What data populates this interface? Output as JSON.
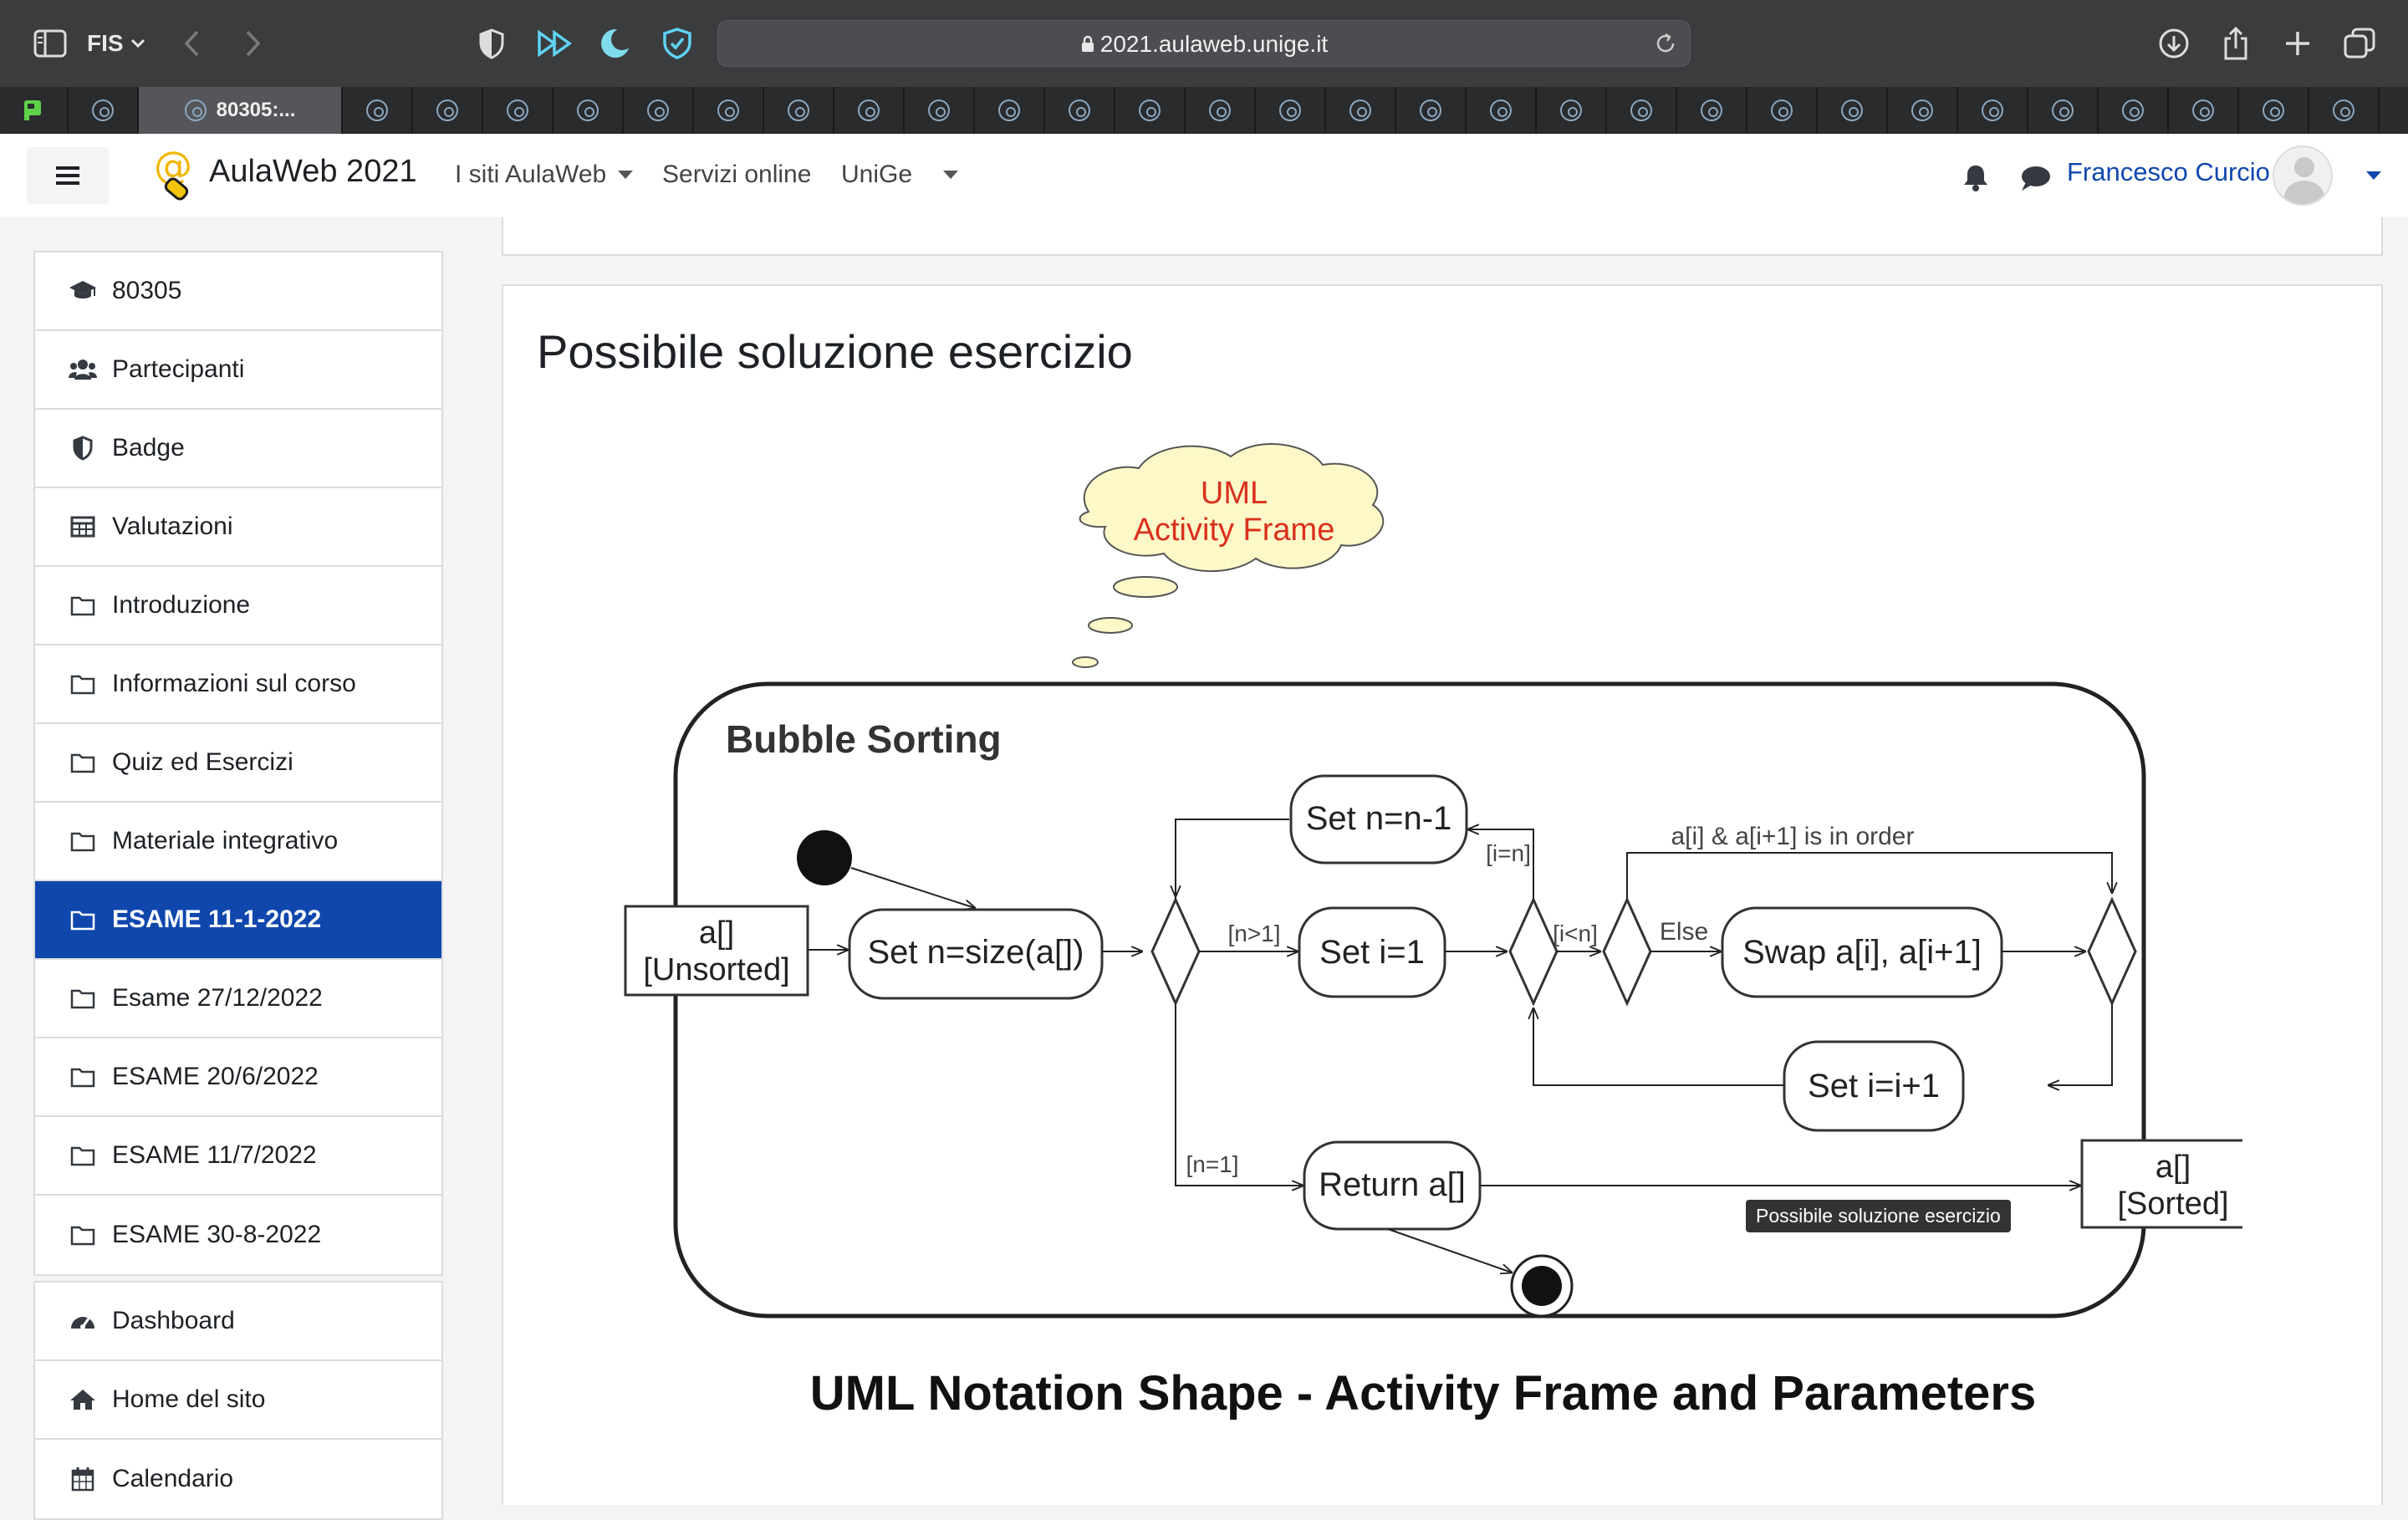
{
  "browser": {
    "profile": "FIS",
    "url": "2021.aulaweb.unige.it",
    "active_tab_title": "80305:..."
  },
  "navbar": {
    "site_name": "AulaWeb 2021",
    "links": [
      {
        "label": "I siti AulaWeb",
        "has_menu": true
      },
      {
        "label": "Servizi online",
        "has_menu": false
      },
      {
        "label": "UniGe",
        "has_menu": false
      }
    ],
    "user_name": "Francesco Curcio"
  },
  "sidebar": {
    "course_items": [
      {
        "label": "80305",
        "icon": "graduation-cap-icon"
      },
      {
        "label": "Partecipanti",
        "icon": "users-icon"
      },
      {
        "label": "Badge",
        "icon": "shield-icon"
      },
      {
        "label": "Valutazioni",
        "icon": "table-icon"
      },
      {
        "label": "Introduzione",
        "icon": "folder-icon"
      },
      {
        "label": "Informazioni sul corso",
        "icon": "folder-icon"
      },
      {
        "label": "Quiz ed Esercizi",
        "icon": "folder-icon"
      },
      {
        "label": "Materiale integrativo",
        "icon": "folder-icon"
      },
      {
        "label": "ESAME 11-1-2022",
        "icon": "folder-icon",
        "active": true
      },
      {
        "label": "Esame 27/12/2022",
        "icon": "folder-icon"
      },
      {
        "label": "ESAME 20/6/2022",
        "icon": "folder-icon"
      },
      {
        "label": "ESAME 11/7/2022",
        "icon": "folder-icon"
      },
      {
        "label": "ESAME 30-8-2022",
        "icon": "folder-icon"
      }
    ],
    "site_items": [
      {
        "label": "Dashboard",
        "icon": "dashboard-icon"
      },
      {
        "label": "Home del sito",
        "icon": "home-icon"
      },
      {
        "label": "Calendario",
        "icon": "calendar-icon"
      }
    ]
  },
  "content": {
    "title": "Possibile soluzione esercizio",
    "tooltip": "Possibile soluzione esercizio"
  },
  "diagram": {
    "cloud_line1": "UML",
    "cloud_line2": "Activity Frame",
    "frame_title": "Bubble Sorting",
    "input_line1": "a[]",
    "input_line2": "[Unsorted]",
    "set_size": "Set n=size(a[])",
    "set_dec": "Set n=n-1",
    "set_i1": "Set i=1",
    "swap": "Swap a[i], a[i+1]",
    "set_inc": "Set i=i+1",
    "return": "Return a[]",
    "output_line1": "a[]",
    "output_line2": "[Sorted]",
    "guard_n_gt_1": "[n>1]",
    "guard_n_eq_1": "[n=1]",
    "guard_i_eq_n": "[i=n]",
    "guard_i_lt_n": "[i<n]",
    "guard_in_order": "a[i] & a[i+1] is in order",
    "guard_else": "Else",
    "caption": "UML Notation Shape - Activity Frame and Parameters"
  }
}
